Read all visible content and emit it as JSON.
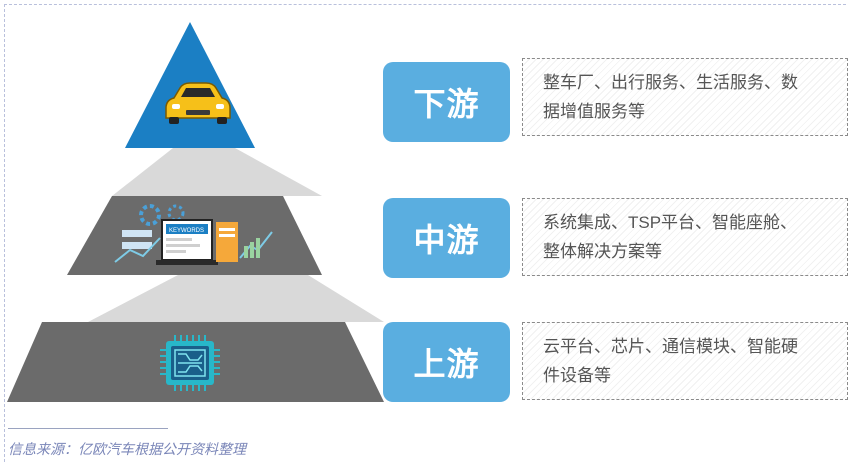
{
  "tiers": [
    {
      "label": "下游",
      "desc_line1": "整车厂、出行服务、生活服务、数",
      "desc_line2": "据增值服务等",
      "icon": "car-icon"
    },
    {
      "label": "中游",
      "desc_line1": "系统集成、TSP平台、智能座舱、",
      "desc_line2": "整体解决方案等",
      "icon": "laptop-analytics-icon"
    },
    {
      "label": "上游",
      "desc_line1": "云平台、芯片、通信模块、智能硬",
      "desc_line2": "件设备等",
      "icon": "chip-icon"
    }
  ],
  "laptop_screen_text": "KEYWORDS",
  "source": "信息来源：亿欧汽车根据公开资料整理",
  "colors": {
    "triangle": "#1b7fc4",
    "trapezoid": "#6b6b6b",
    "connector": "#d9d9d9",
    "label_bg": "#5aaee0",
    "chip": "#28b7c9",
    "car": "#f6c019"
  }
}
